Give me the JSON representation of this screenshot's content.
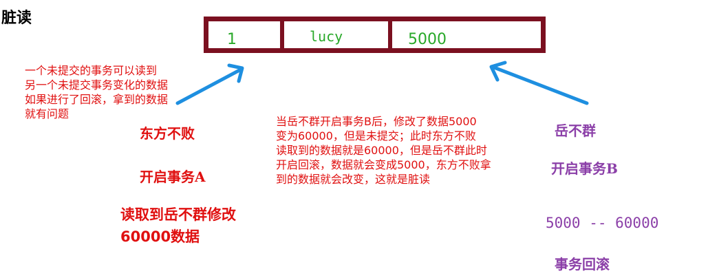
{
  "title": "脏读",
  "table": {
    "id": "1",
    "name": "lucy",
    "money": "5000"
  },
  "left_note": [
    "一个未提交的事务可以读到",
    "另一个未提交事务变化的数据",
    "如果进行了回滚，拿到的数据",
    "就有问题"
  ],
  "tx_a": {
    "name": "东方不败",
    "start": "开启事务A",
    "read": [
      "读取到岳不群修改",
      "60000数据"
    ]
  },
  "middle_note": [
    "当岳不群开启事务B后，修改了数据5000",
    "变为60000，但是未提交；此时东方不败",
    "读取到的数据就是60000，但是岳不群此时",
    "开启回滚，数据就会变成5000，东方不败拿",
    "到的数据就会改变，这就是脏读"
  ],
  "tx_b": {
    "name": "岳不群",
    "start": "开启事务B",
    "change": "5000 -- 60000",
    "rollback": "事务回滚"
  },
  "colors": {
    "frame": "#7b1020",
    "cell_text": "#28a828",
    "red": "#e01010",
    "purple": "#8b3fa8",
    "arrow": "#1e8fe0"
  }
}
